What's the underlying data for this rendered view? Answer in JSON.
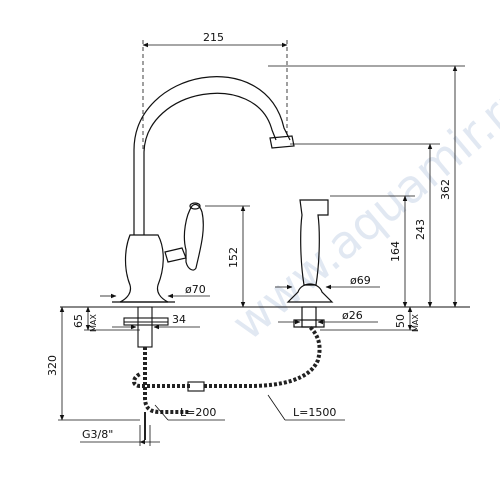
{
  "watermark": {
    "text": "www.aquamir.ru"
  },
  "dimensions": {
    "spout_reach": "215",
    "total_height": "362",
    "spout_height": "243",
    "sprayer_height": "164",
    "lever_height": "152",
    "base_diameter": "ø70",
    "sprayer_base_diameter": "ø69",
    "deck_max": "65",
    "deck_max_label": "MAX",
    "shank_diameter": "34",
    "sprayer_shank_diameter": "ø26",
    "sprayer_deck_max": "50",
    "sprayer_deck_max_label": "MAX",
    "hose_drop": "320",
    "hose_length_main": "L=200",
    "hose_length_sprayer": "L=1500",
    "connection_thread": "G3/8\""
  }
}
